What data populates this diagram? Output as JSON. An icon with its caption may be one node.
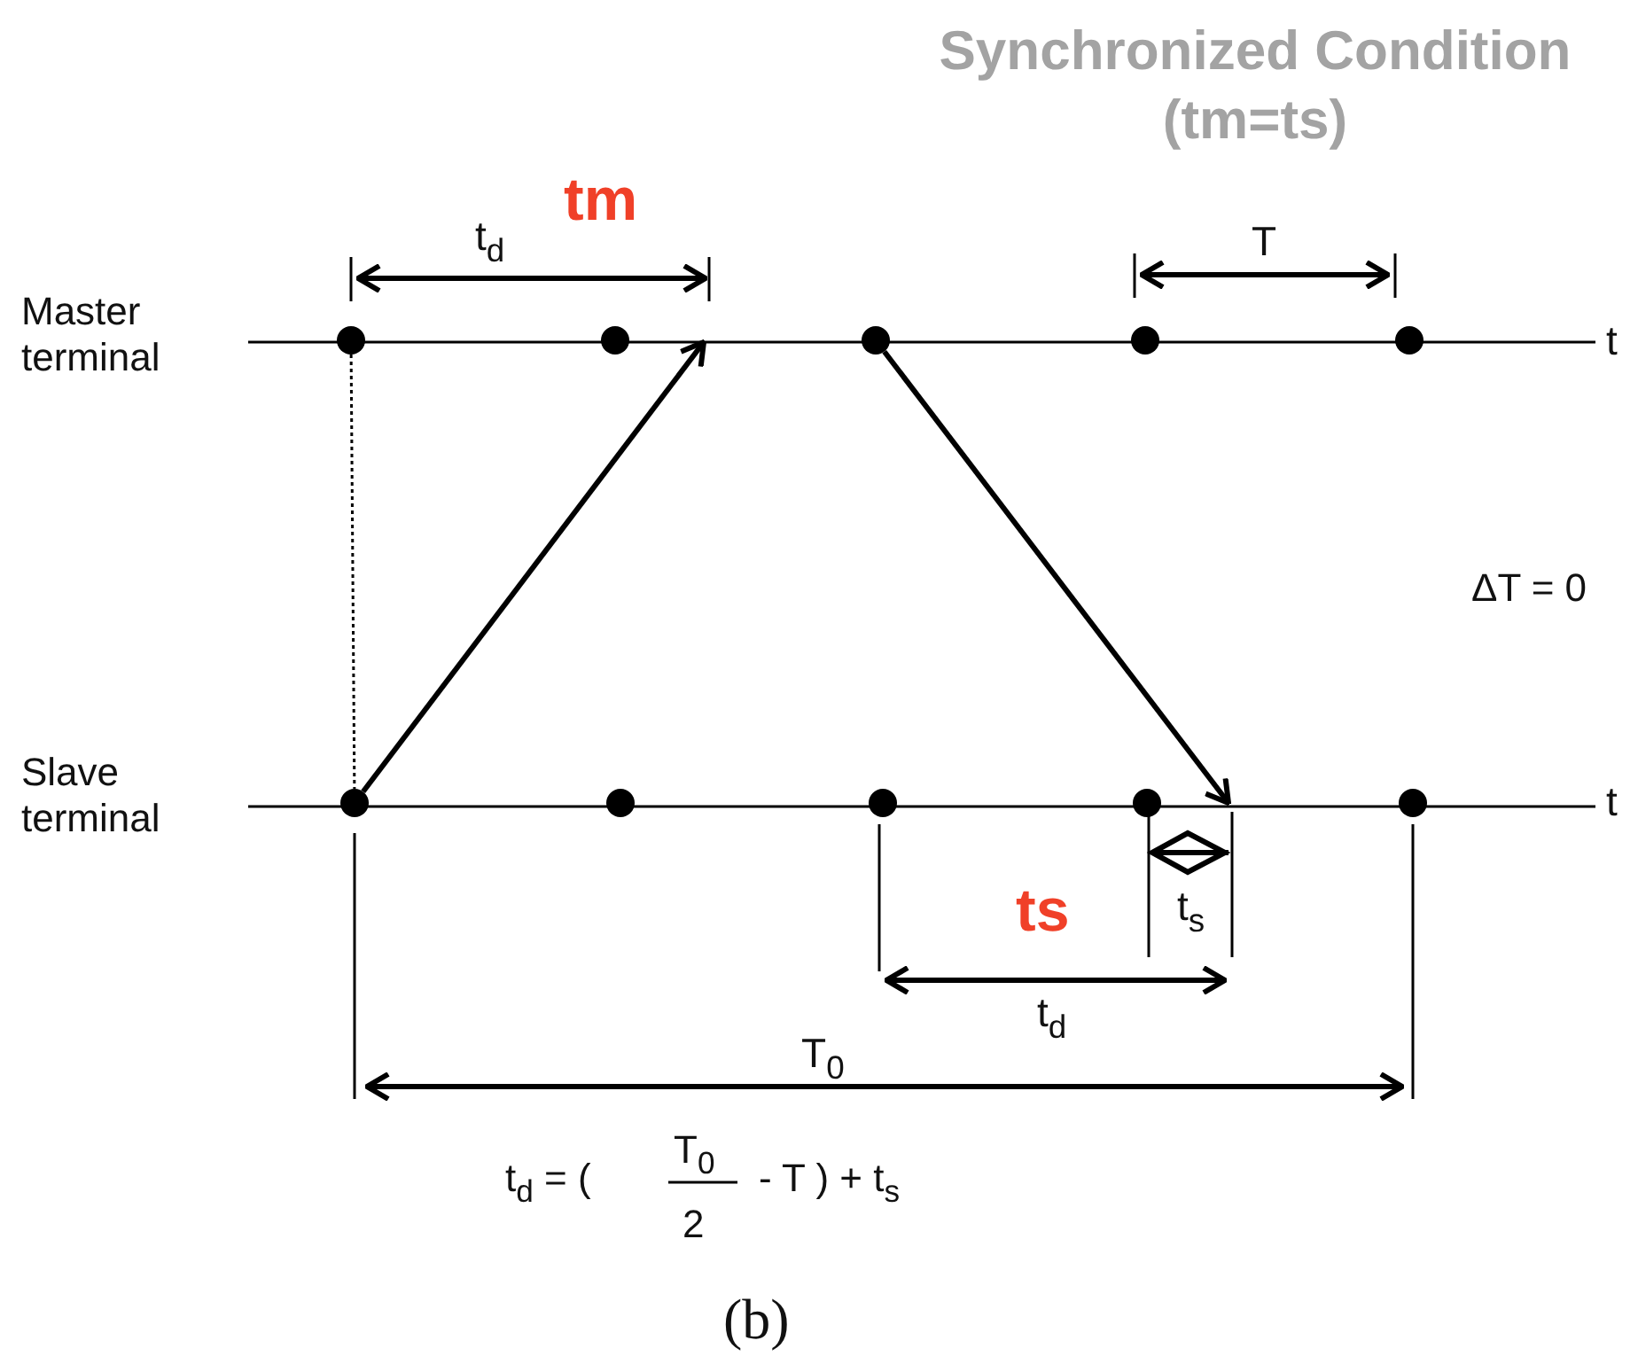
{
  "diagram": {
    "title": "Synchronized Condition (tm=ts)",
    "caption": "(b)",
    "nodes": [
      {
        "text": [],
        "shape": "circle"
      },
      {
        "text": [],
        "shape": "circle"
      },
      {
        "text": [],
        "shape": "circle"
      },
      {
        "text": [],
        "shape": "circle"
      },
      {
        "text": [],
        "shape": "circle"
      },
      {
        "text": [],
        "shape": "circle"
      },
      {
        "text": [],
        "shape": "circle"
      },
      {
        "text": [],
        "shape": "circle"
      },
      {
        "text": [],
        "shape": "circle"
      },
      {
        "text": [],
        "shape": "circle"
      }
    ],
    "edges": [
      {
        "from": 5,
        "to": null,
        "arrow": "to"
      },
      {
        "from": 2,
        "to": null,
        "arrow": "to"
      },
      {
        "from": 0,
        "to": 5,
        "arrow": "none",
        "style": "dashed"
      }
    ],
    "labels": [
      "tm",
      "t$_{d}$",
      "T",
      "Master terminal",
      "t",
      "ΔT = 0",
      "Slave terminal",
      "t",
      "ts",
      "t$_{s}$",
      "t$_{d}$",
      "T$_{0}$",
      "t$_{d}$ = (",
      "T$_{0}$",
      "2",
      "- T ) + t$_{s}$"
    ]
  }
}
